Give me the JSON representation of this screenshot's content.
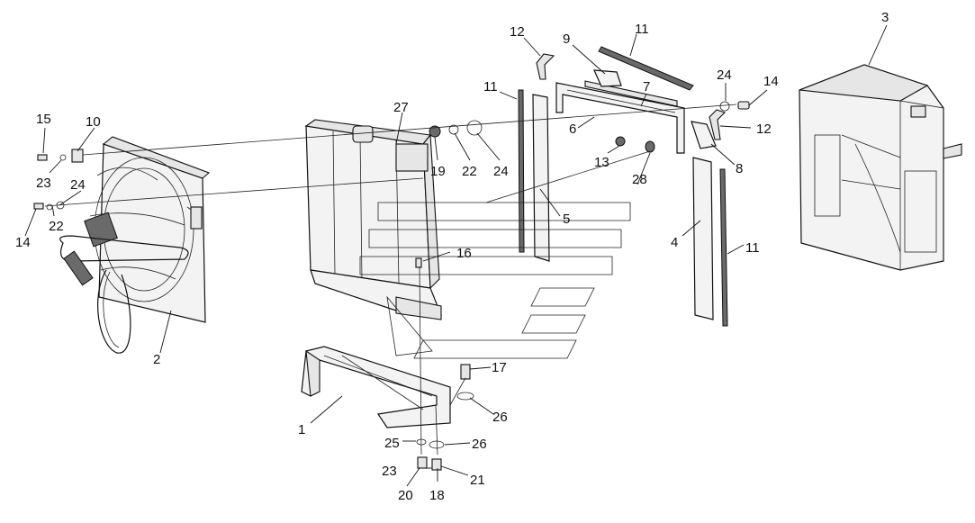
{
  "callouts": [
    {
      "id": "c1",
      "text": "1"
    },
    {
      "id": "c2",
      "text": "2"
    },
    {
      "id": "c3",
      "text": "3"
    },
    {
      "id": "c4",
      "text": "4"
    },
    {
      "id": "c5",
      "text": "5"
    },
    {
      "id": "c6",
      "text": "6"
    },
    {
      "id": "c7",
      "text": "7"
    },
    {
      "id": "c8",
      "text": "8"
    },
    {
      "id": "c9",
      "text": "9"
    },
    {
      "id": "c10",
      "text": "10"
    },
    {
      "id": "c11a",
      "text": "11"
    },
    {
      "id": "c11b",
      "text": "11"
    },
    {
      "id": "c11c",
      "text": "11"
    },
    {
      "id": "c12a",
      "text": "12"
    },
    {
      "id": "c12b",
      "text": "12"
    },
    {
      "id": "c13",
      "text": "13"
    },
    {
      "id": "c14a",
      "text": "14"
    },
    {
      "id": "c14b",
      "text": "14"
    },
    {
      "id": "c15",
      "text": "15"
    },
    {
      "id": "c16",
      "text": "16"
    },
    {
      "id": "c17",
      "text": "17"
    },
    {
      "id": "c18",
      "text": "18"
    },
    {
      "id": "c19",
      "text": "19"
    },
    {
      "id": "c20",
      "text": "20"
    },
    {
      "id": "c21",
      "text": "21"
    },
    {
      "id": "c22a",
      "text": "22"
    },
    {
      "id": "c22b",
      "text": "22"
    },
    {
      "id": "c23a",
      "text": "23"
    },
    {
      "id": "c23b",
      "text": "23"
    },
    {
      "id": "c24a",
      "text": "24"
    },
    {
      "id": "c24b",
      "text": "24"
    },
    {
      "id": "c24c",
      "text": "24"
    },
    {
      "id": "c25",
      "text": "25"
    },
    {
      "id": "c26a",
      "text": "26"
    },
    {
      "id": "c26b",
      "text": "26"
    },
    {
      "id": "c27",
      "text": "27"
    },
    {
      "id": "c28",
      "text": "28"
    }
  ]
}
